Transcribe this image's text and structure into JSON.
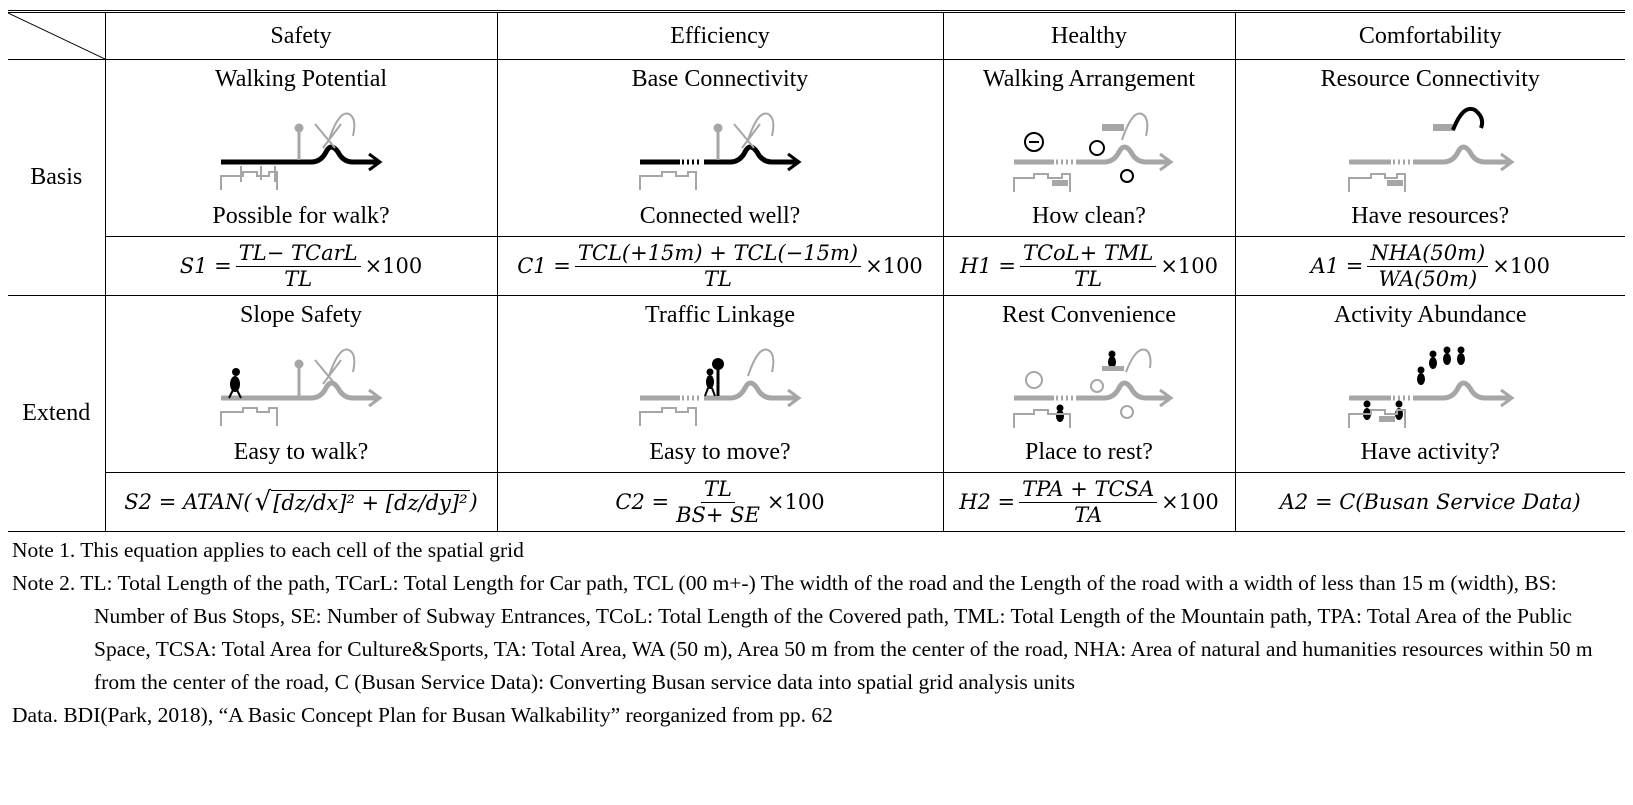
{
  "table": {
    "columns": [
      "Safety",
      "Efficiency",
      "Healthy",
      "Comfortability"
    ],
    "rows": [
      {
        "label": "Basis",
        "cells": [
          {
            "title": "Walking Potential",
            "question": "Possible for walk?",
            "icon": "walk-potential-illustration"
          },
          {
            "title": "Base Connectivity",
            "question": "Connected well?",
            "icon": "base-connectivity-illustration"
          },
          {
            "title": "Walking Arrangement",
            "question": "How clean?",
            "icon": "walking-arrangement-illustration"
          },
          {
            "title": "Resource Connectivity",
            "question": "Have resources?",
            "icon": "resource-connectivity-illustration"
          }
        ],
        "formulas": [
          {
            "lhs": "S1 =",
            "num": "TL− TCarL",
            "den": "TL",
            "tail": "×100"
          },
          {
            "lhs": "C1 =",
            "num": "TCL(+15m) + TCL(−15m)",
            "den": "TL",
            "tail": "×100"
          },
          {
            "lhs": "H1 =",
            "num": "TCoL+ TML",
            "den": "TL",
            "tail": "×100"
          },
          {
            "lhs": "A1 =",
            "num": "NHA(50m)",
            "den": "WA(50m)",
            "tail": "×100"
          }
        ]
      },
      {
        "label": "Extend",
        "cells": [
          {
            "title": "Slope Safety",
            "question": "Easy to walk?",
            "icon": "slope-safety-illustration"
          },
          {
            "title": "Traffic Linkage",
            "question": "Easy to move?",
            "icon": "traffic-linkage-illustration"
          },
          {
            "title": "Rest Convenience",
            "question": "Place to rest?",
            "icon": "rest-convenience-illustration"
          },
          {
            "title": "Activity Abundance",
            "question": "Have activity?",
            "icon": "activity-abundance-illustration"
          }
        ],
        "formulas": [
          {
            "lhs": "S2 = ATAN(",
            "radicand": "[dz/dx]² + [dz/dy]²",
            "tail": ")"
          },
          {
            "lhs": "C2 =",
            "num": "TL",
            "den": "BS+ SE",
            "tail": "×100"
          },
          {
            "lhs": "H2 =",
            "num": "TPA + TCSA",
            "den": "TA",
            "tail": "×100"
          },
          {
            "lhs": "A2 = C(Busan Service Data)"
          }
        ]
      }
    ]
  },
  "notes": [
    "Note 1. This equation applies to each cell of the spatial grid",
    "Note 2. TL: Total Length of the path, TCarL: Total Length for Car path, TCL (00 m+-) The width of the road and the Length of the road with a width of less than 15 m (width), BS: Number of Bus Stops, SE: Number of Subway Entrances, TCoL: Total Length of the Covered path, TML: Total Length of the Mountain path, TPA: Total Area of the Public Space, TCSA: Total Area for Culture&Sports, TA: Total Area, WA (50 m), Area 50 m from the center of the road, NHA: Area of natural and humanities resources within 50 m from the center of the road, C (Busan Service Data): Converting Busan service data into spatial grid analysis units",
    "Data. BDI(Park, 2018), “A Basic Concept Plan for Busan Walkability” reorganized from pp. 62"
  ],
  "colors": {
    "dark": "#000000",
    "grey": "#a6a6a6"
  }
}
